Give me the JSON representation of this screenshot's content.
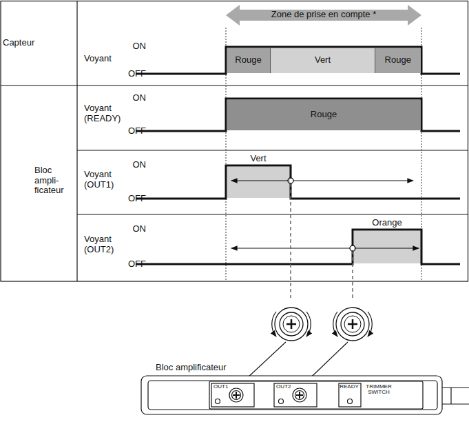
{
  "diagram": {
    "nodes": [
      {
        "text": [
          "Capteur"
        ]
      },
      {
        "text": [
          "Bloc ampli- ficateur"
        ]
      },
      {
        "text": [
          "Rouge"
        ]
      },
      {
        "text": [
          "Vert"
        ]
      },
      {
        "text": [
          "Rouge"
        ]
      },
      {
        "text": [
          "Rouge"
        ]
      },
      {
        "text": [
          "Vert"
        ]
      },
      {
        "text": [
          "Orange"
        ]
      },
      {
        "text": [
          "OUT1",
          "OUT2",
          "READY",
          "TRIMMER SWITCH"
        ]
      }
    ],
    "labels": [
      "Zone de prise en compte *",
      "Voyant",
      "ON",
      "OFF",
      "Voyant (READY)",
      "ON",
      "OFF",
      "Voyant (OUT1)",
      "ON",
      "OFF",
      "Voyant (OUT2)",
      "ON",
      "OFF",
      "Bloc amplificateur"
    ]
  }
}
